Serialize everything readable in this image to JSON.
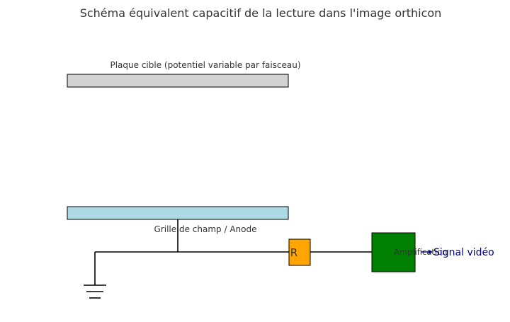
{
  "title": "Schéma équivalent capacitif de la lecture dans l'image orthicon",
  "target_plate": {
    "label": "Plaque cible (potentiel variable par faisceau)",
    "color": "#d3d3d3"
  },
  "field_grid": {
    "label": "Grille de champ / Anode",
    "color": "#add8e6"
  },
  "resistor": {
    "label": "R",
    "color": "#ffa500"
  },
  "amplifier": {
    "label": "Amplification",
    "color": "#008000"
  },
  "output": {
    "label": "Signal vidéo",
    "color": "#000080"
  },
  "ground": {
    "icon": "ground-symbol-icon"
  }
}
